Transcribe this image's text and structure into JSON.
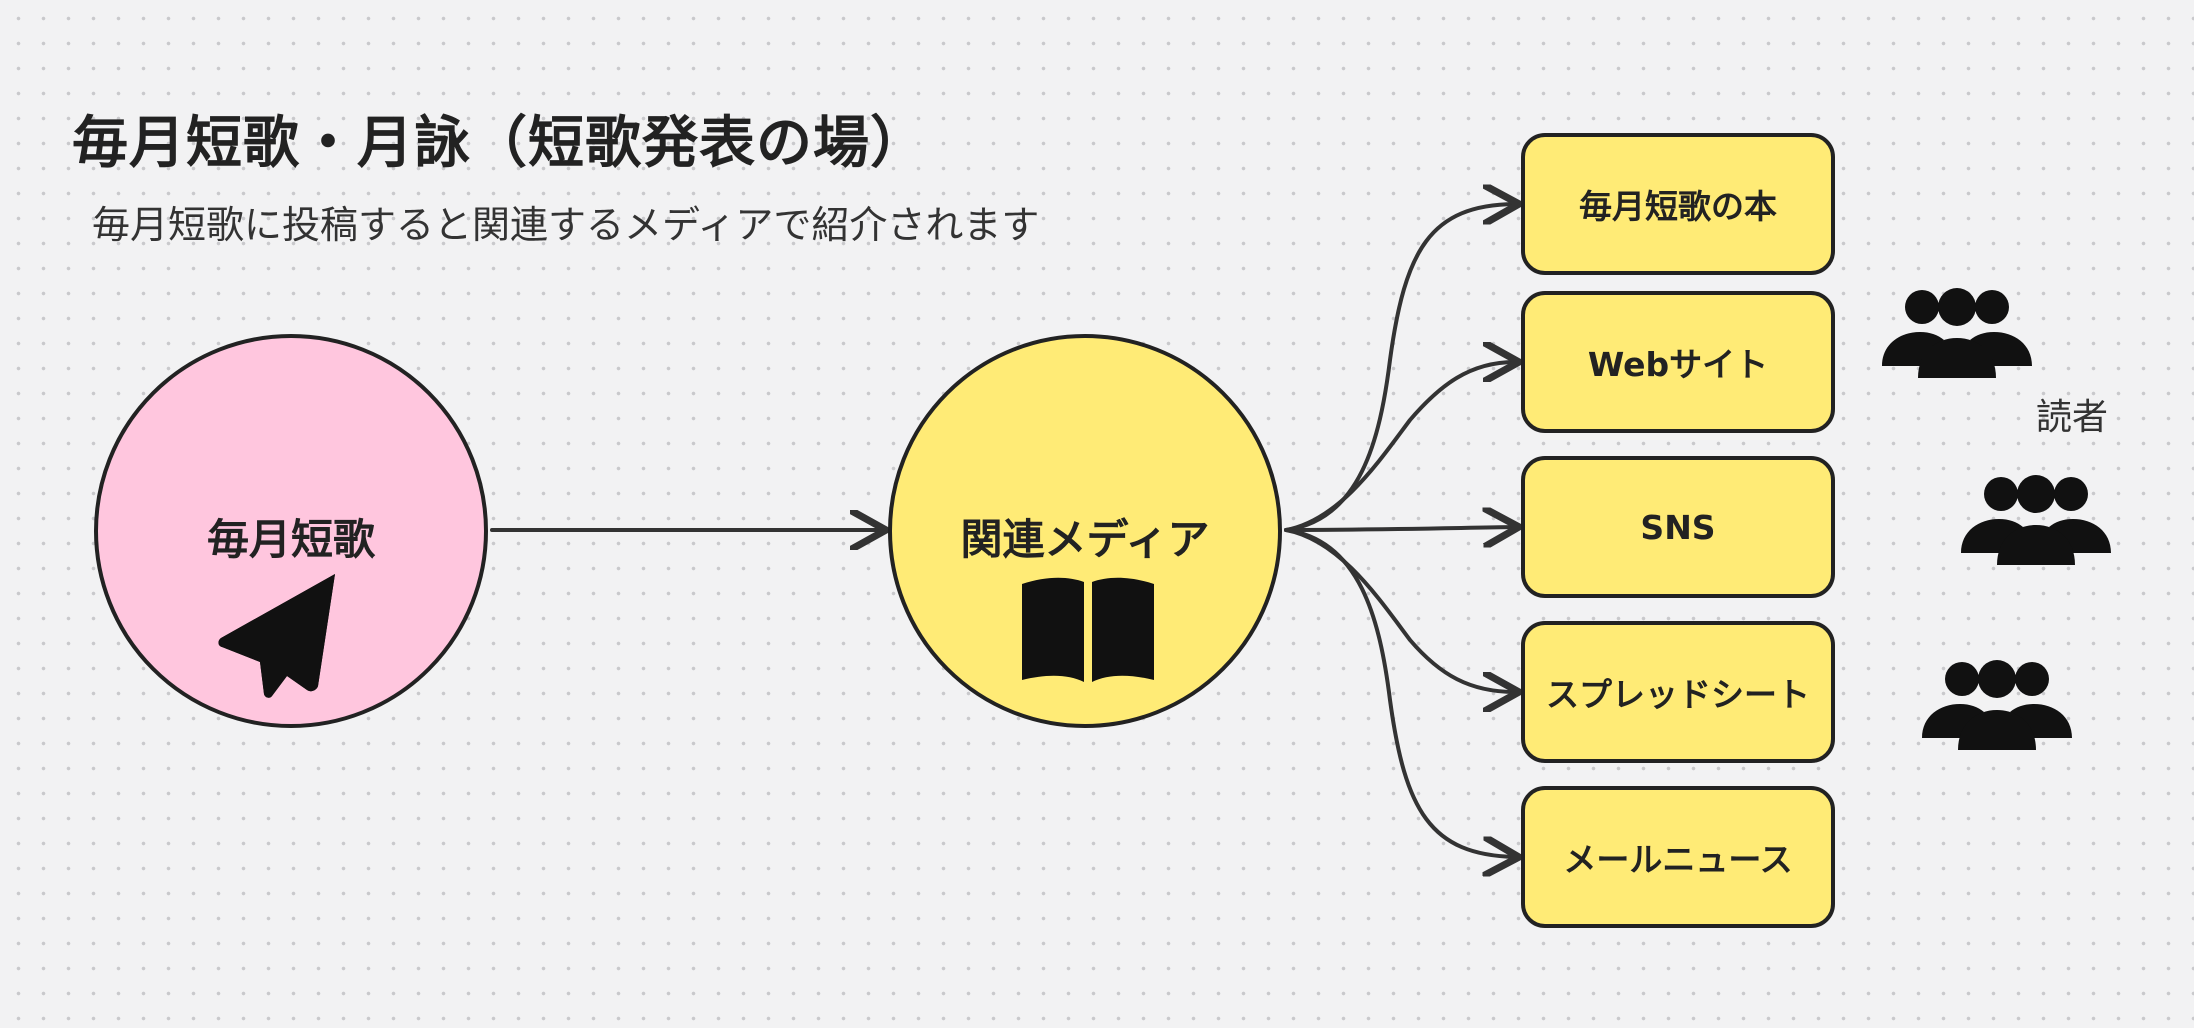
{
  "title": "毎月短歌・月詠（短歌発表の場）",
  "subtitle": "毎月短歌に投稿すると関連するメディアで紹介されます",
  "source_node": {
    "label": "毎月短歌",
    "icon": "paper-plane-icon",
    "color": "#ffc6de"
  },
  "media_node": {
    "label": "関連メディア",
    "icon": "open-book-icon",
    "color": "#ffeb76"
  },
  "outputs": [
    "毎月短歌の本",
    "Webサイト",
    "SNS",
    "スプレッドシート",
    "メールニュース"
  ],
  "readers": {
    "label": "読者",
    "icon": "people-group-icon"
  },
  "colors": {
    "background": "#f2f2f3",
    "outline": "#222222",
    "connector": "#333333"
  }
}
